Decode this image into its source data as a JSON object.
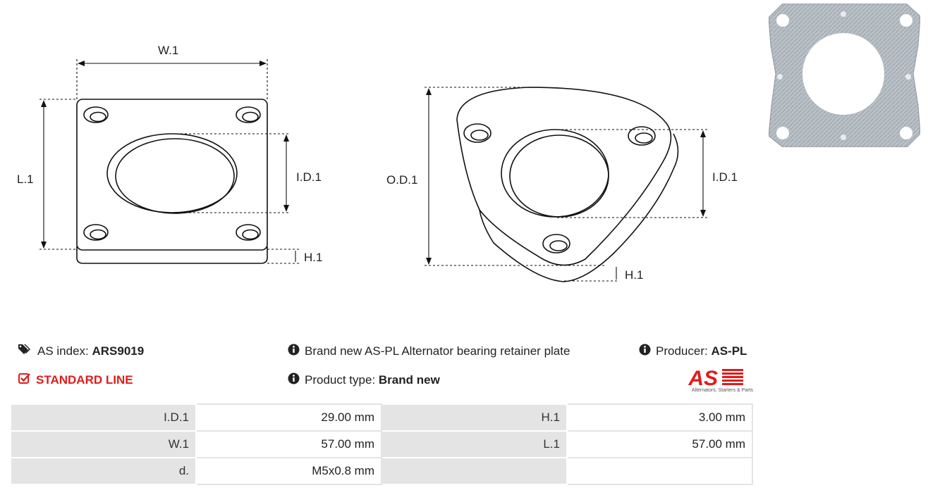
{
  "drawing": {
    "square": {
      "w_label": "W.1",
      "l_label": "L.1",
      "id_label": "I.D.1",
      "h_label": "H.1"
    },
    "triangle": {
      "od_label": "O.D.1",
      "id_label": "I.D.1",
      "h_label": "H.1"
    }
  },
  "info": {
    "as_index_label": "AS index:",
    "as_index_value": "ARS9019",
    "standard_line": "STANDARD LINE",
    "description": "Brand new AS-PL Alternator bearing retainer plate",
    "product_type_label": "Product type:",
    "product_type_value": "Brand new",
    "producer_label": "Producer:",
    "producer_value": "AS-PL"
  },
  "logo": {
    "text": "AS",
    "tagline": "Alternators, Starters & Parts",
    "color": "#e01b1b"
  },
  "specs": [
    {
      "k1": "I.D.1",
      "v1": "29.00 mm",
      "k2": "H.1",
      "v2": "3.00 mm"
    },
    {
      "k1": "W.1",
      "v1": "57.00 mm",
      "k2": "L.1",
      "v2": "57.00 mm"
    },
    {
      "k1": "d.",
      "v1": "M5x0.8 mm",
      "k2": "",
      "v2": ""
    }
  ],
  "icons": [
    "tags-icon",
    "check-square-icon",
    "info-circle-icon"
  ]
}
